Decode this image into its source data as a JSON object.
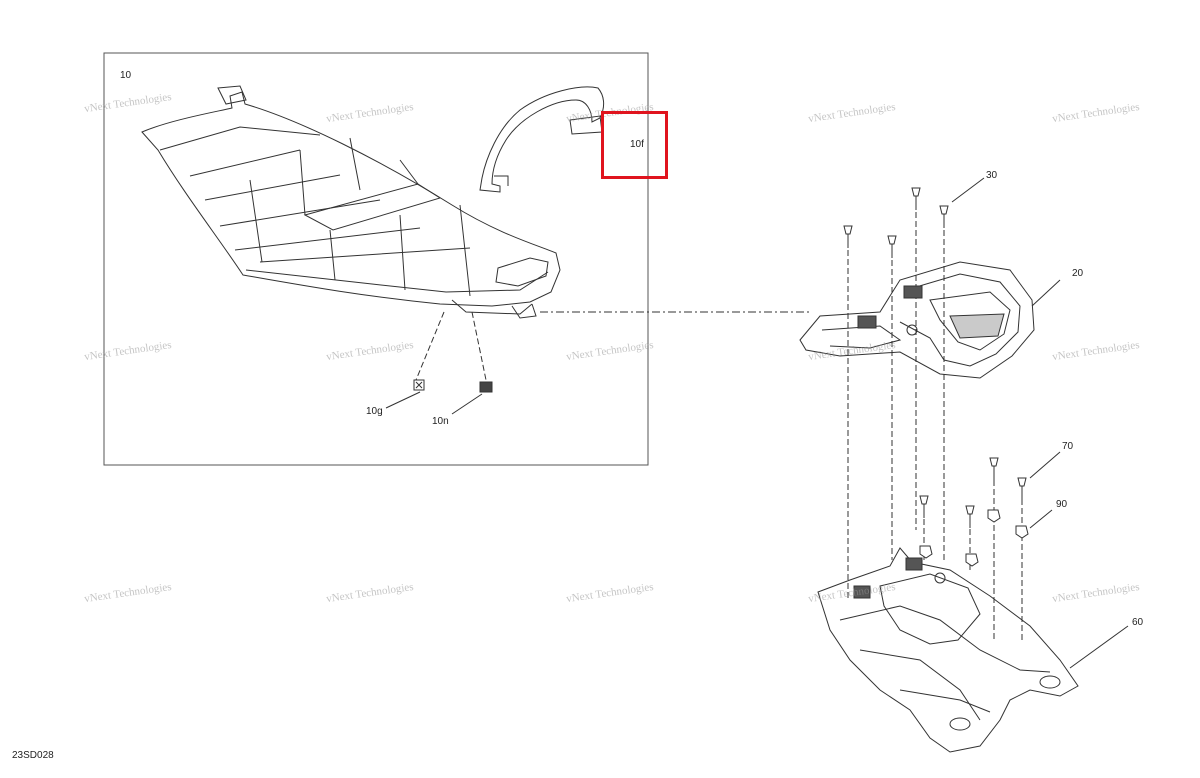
{
  "diagram": {
    "figure_code": "23SD028",
    "highlight_color": "#e0141e",
    "line_color": "#333333",
    "watermark": "vNext Technologies",
    "labels": {
      "seat_assembly": "10",
      "grab_strap": "10f",
      "clip": "10g",
      "nut": "10n",
      "screw_upper": "30",
      "rear_rack": "20",
      "screw_lower": "70",
      "nut_lower": "90",
      "rear_frame": "60"
    }
  }
}
